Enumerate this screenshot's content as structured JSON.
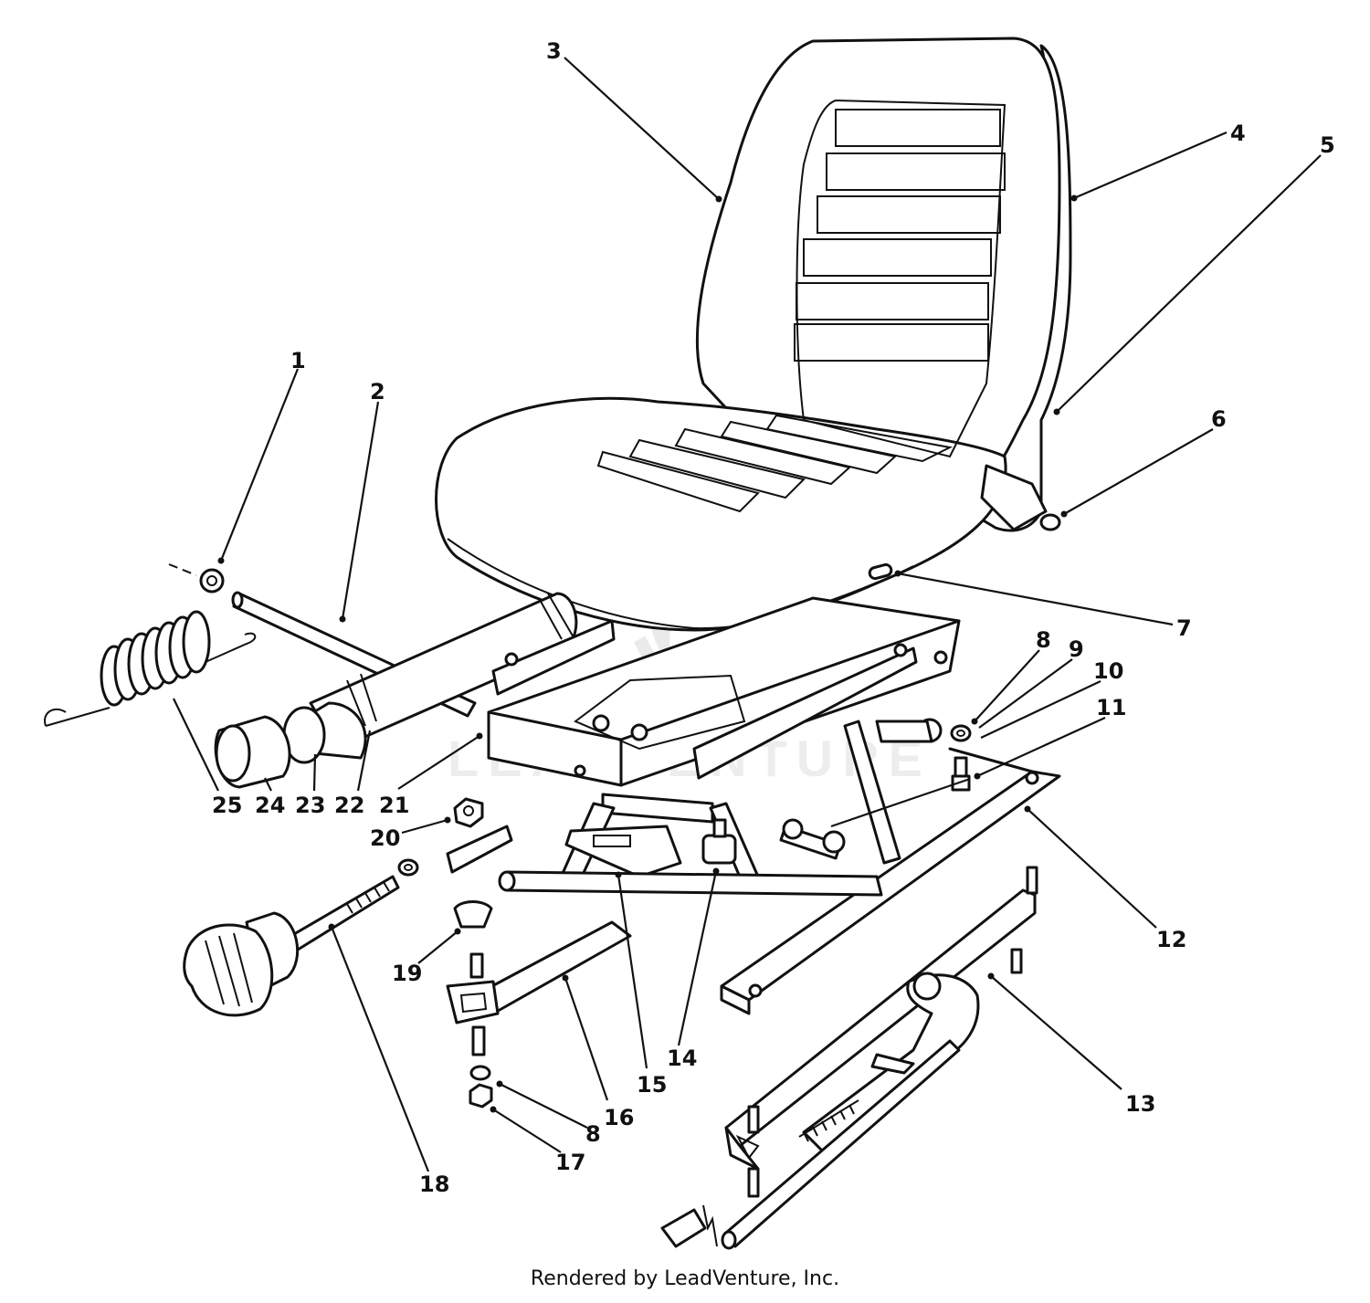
{
  "callouts": [
    "1",
    "2",
    "3",
    "4",
    "5",
    "6",
    "7",
    "8",
    "9",
    "10",
    "11",
    "12",
    "13",
    "14",
    "15",
    "16",
    "8",
    "17",
    "18",
    "19",
    "20",
    "21",
    "22",
    "23",
    "24",
    "25"
  ],
  "watermark": "LEADVENTURE",
  "footer": "Rendered by LeadVenture, Inc."
}
